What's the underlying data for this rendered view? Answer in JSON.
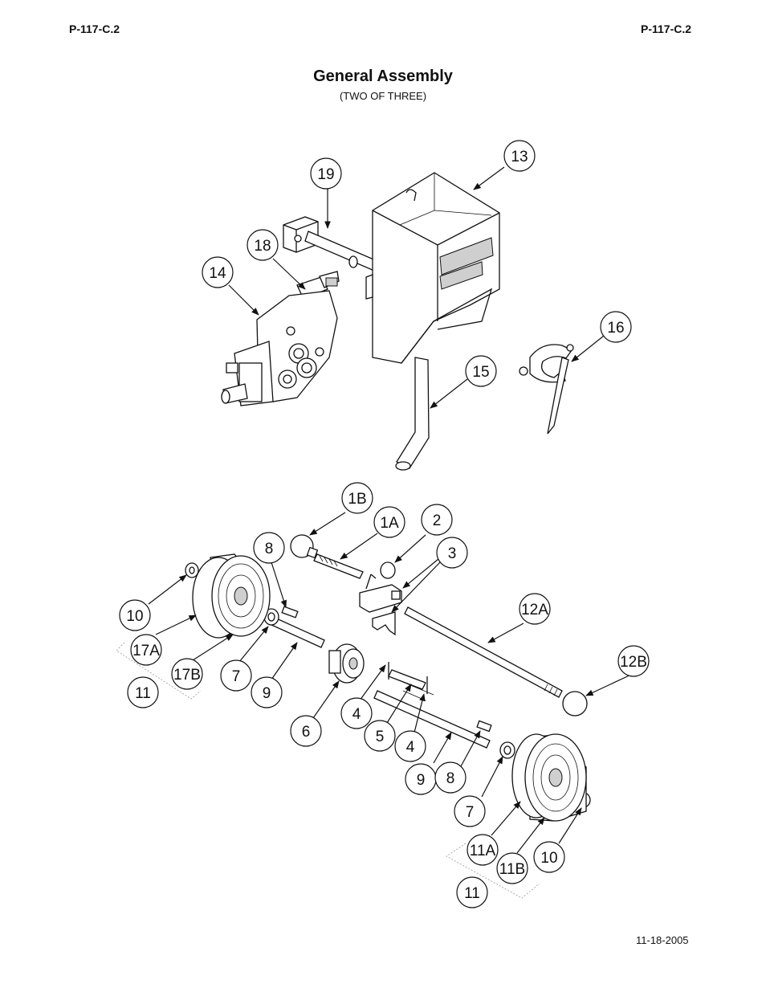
{
  "header": {
    "doc_code_left": "P-117-C.2",
    "doc_code_right": "P-117-C.2"
  },
  "title": "General Assembly",
  "subtitle": "(TWO OF THREE)",
  "footer": {
    "date": "11-18-2005"
  },
  "callouts": {
    "c13": "13",
    "c19": "19",
    "c18": "18",
    "c14": "14",
    "c16": "16",
    "c15": "15",
    "c1B": "1B",
    "c1A": "1A",
    "c2": "2",
    "c3": "3",
    "c8a": "8",
    "c12A": "12A",
    "c10a": "10",
    "c17A": "17A",
    "c12B": "12B",
    "c17B": "17B",
    "c7a": "7",
    "c11a": "11",
    "c9a": "9",
    "c4a": "4",
    "c6": "6",
    "c5": "5",
    "c4b": "4",
    "c9b": "9",
    "c8b": "8",
    "c7b": "7",
    "c11A": "11A",
    "c10b": "10",
    "c11B": "11B",
    "c11b": "11"
  }
}
